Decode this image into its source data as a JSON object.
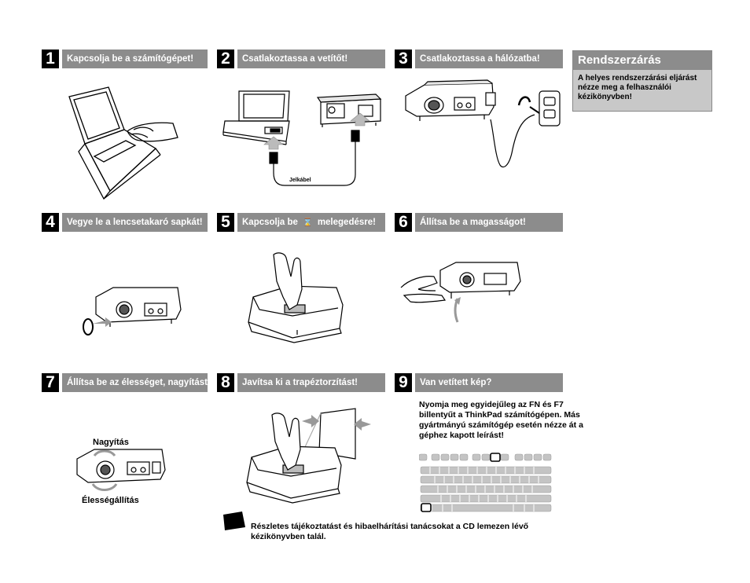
{
  "steps": [
    {
      "num": "1",
      "label": "Kapcsolja be a számítógépet!"
    },
    {
      "num": "2",
      "label": "Csatlakoztassa a vetítőt!"
    },
    {
      "num": "3",
      "label": "Csatlakoztassa a hálózatba!"
    },
    {
      "num": "4",
      "label": "Vegye le a lencsetakaró sapkát!"
    },
    {
      "num": "5",
      "label_a": "Kapcsolja be",
      "hourglass": "⌛",
      "label_b": "melegedésre!"
    },
    {
      "num": "6",
      "label": "Állítsa be a magasságot!"
    },
    {
      "num": "7",
      "label": "Állítsa be az élességet, nagyítást!"
    },
    {
      "num": "8",
      "label": "Javítsa ki a trapéztorzítást!"
    },
    {
      "num": "9",
      "label": "Van vetített kép?"
    }
  ],
  "shutdown": {
    "title": "Rendszerzárás",
    "body": "A helyes rendszerzárási eljárást nézze meg a felhasználói kézikönyvben!"
  },
  "step2_cable_label": "Jelkábel",
  "step7_labels": {
    "zoom": "Nagyítás",
    "focus": "Élességállítás"
  },
  "step9_text": "Nyomja meg egyidejűleg az FN és F7 billentyűt a ThinkPad számítógépen. Más gyártmányú számítógép esetén nézze át a géphez kapott leírást!",
  "footer_text": "Részletes tájékoztatást és hibaelhárítási tanácsokat a CD lemezen lévő kézikönyvben talál."
}
